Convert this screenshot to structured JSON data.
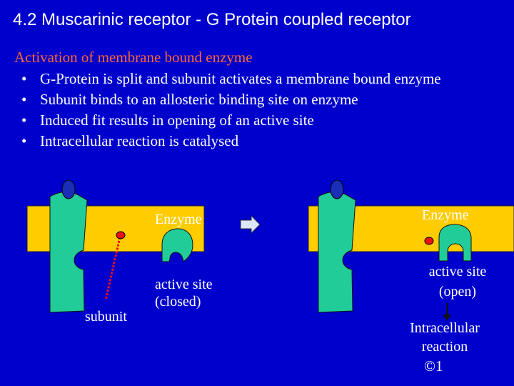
{
  "title": "4.2  Muscarinic receptor - G Protein coupled receptor",
  "subheading": "Activation of membrane bound enzyme",
  "bullets": [
    "G-Protein is split and subunit activates a membrane bound enzyme",
    "Subunit binds to an allosteric binding site on enzyme",
    "Induced fit results in opening of an active site",
    "Intracellular reaction is catalysed"
  ],
  "diagram": {
    "left": {
      "enzyme_label": "Enzyme",
      "subunit_label": "subunit",
      "active_site_label": "active site\n(closed)"
    },
    "right": {
      "enzyme_label": "Enzyme",
      "active_site_label": "active site\n(open)",
      "reaction_label": "Intracellular\nreaction",
      "footer_mark": "©1"
    },
    "colors": {
      "background": "#0000cc",
      "membrane": "#ffcc00",
      "protein": "#22cc99",
      "ligand": "#1a2eb8",
      "subunit": "#ee1111",
      "subheading": "#ff6633"
    },
    "arrow_icon": "right-arrow-icon"
  }
}
